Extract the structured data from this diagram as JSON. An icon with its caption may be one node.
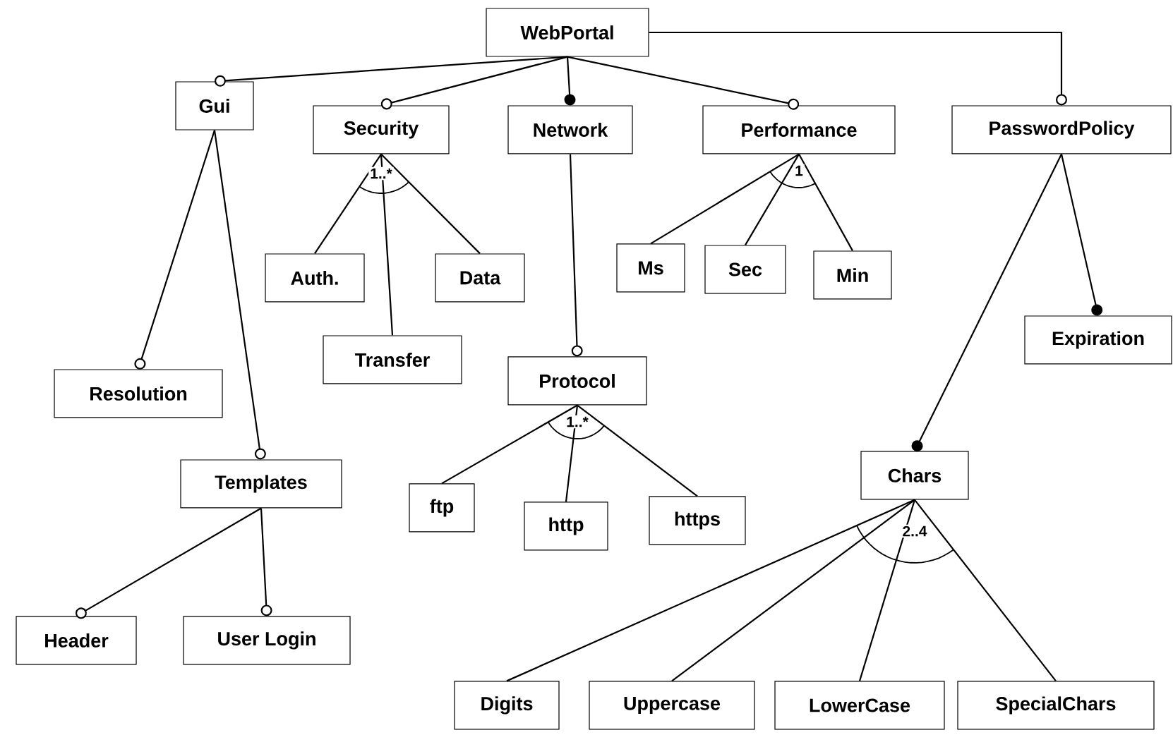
{
  "diagram": {
    "nodes": [
      {
        "text": [
          "WebPortal"
        ]
      },
      {
        "text": [
          "Gui"
        ]
      },
      {
        "text": [
          "Security"
        ]
      },
      {
        "text": [
          "Network"
        ]
      },
      {
        "text": [
          "Performance"
        ]
      },
      {
        "text": [
          "PasswordPolicy"
        ]
      },
      {
        "text": [
          "Auth."
        ]
      },
      {
        "text": [
          "Data"
        ]
      },
      {
        "text": [
          "Transfer"
        ]
      },
      {
        "text": [
          "Ms"
        ]
      },
      {
        "text": [
          "Sec"
        ]
      },
      {
        "text": [
          "Min"
        ]
      },
      {
        "text": [
          "Expiration"
        ]
      },
      {
        "text": [
          "Resolution"
        ]
      },
      {
        "text": [
          "Protocol"
        ]
      },
      {
        "text": [
          "Templates"
        ]
      },
      {
        "text": [
          "ftp"
        ]
      },
      {
        "text": [
          "http"
        ]
      },
      {
        "text": [
          "https"
        ]
      },
      {
        "text": [
          "Chars"
        ]
      },
      {
        "text": [
          "Header"
        ]
      },
      {
        "text": [
          "User Login"
        ]
      },
      {
        "text": [
          "Digits"
        ]
      },
      {
        "text": [
          "Uppercase"
        ]
      },
      {
        "text": [
          "LowerCase"
        ]
      },
      {
        "text": [
          "SpecialChars"
        ]
      }
    ],
    "edges": [
      {
        "from": 0,
        "to": 1,
        "arrow": "other"
      },
      {
        "from": 0,
        "to": 2,
        "arrow": "other"
      },
      {
        "from": 0,
        "to": 3,
        "arrow": "other"
      },
      {
        "from": 0,
        "to": 4,
        "arrow": "other"
      },
      {
        "from": 0,
        "to": 5,
        "arrow": "other"
      },
      {
        "from": 1,
        "to": 13,
        "arrow": "other"
      },
      {
        "from": 1,
        "to": 15,
        "arrow": "other"
      },
      {
        "from": 2,
        "to": 6,
        "arrow": "none"
      },
      {
        "from": 2,
        "to": 8,
        "arrow": "none"
      },
      {
        "from": 2,
        "to": 7,
        "arrow": "none"
      },
      {
        "from": 3,
        "to": 14,
        "arrow": "other"
      },
      {
        "from": 4,
        "to": 9,
        "arrow": "none"
      },
      {
        "from": 4,
        "to": 10,
        "arrow": "none"
      },
      {
        "from": 4,
        "to": 11,
        "arrow": "none"
      },
      {
        "from": 5,
        "to": 19,
        "arrow": "other"
      },
      {
        "from": 5,
        "to": 12,
        "arrow": "other"
      },
      {
        "from": 15,
        "to": 20,
        "arrow": "other"
      },
      {
        "from": 15,
        "to": 21,
        "arrow": "other"
      },
      {
        "from": 14,
        "to": 16,
        "arrow": "none"
      },
      {
        "from": 14,
        "to": 17,
        "arrow": "none"
      },
      {
        "from": 14,
        "to": 18,
        "arrow": "none"
      },
      {
        "from": 19,
        "to": 22,
        "arrow": "none"
      },
      {
        "from": 19,
        "to": 23,
        "arrow": "none"
      },
      {
        "from": 19,
        "to": 24,
        "arrow": "none"
      },
      {
        "from": 19,
        "to": 25,
        "arrow": "none"
      }
    ],
    "labels": [
      "1..*",
      "1",
      "1..*",
      "2..4"
    ]
  }
}
